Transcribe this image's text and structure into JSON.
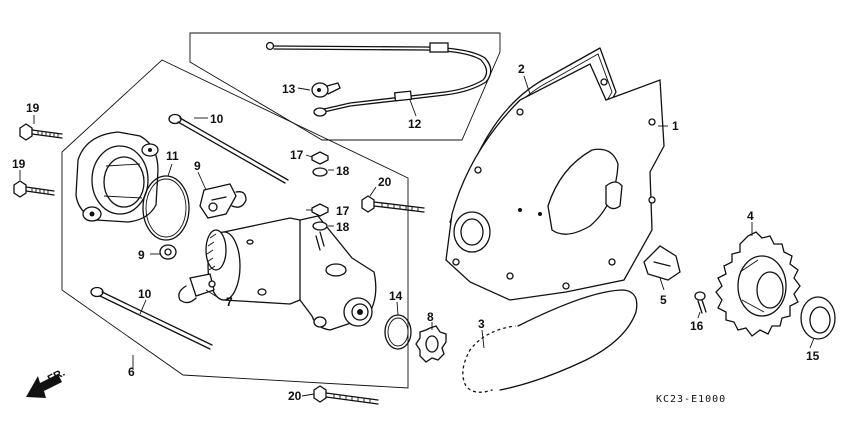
{
  "diagram": {
    "code": "KC23-E1000",
    "direction_label": "FR.",
    "callouts": {
      "c1": "1",
      "c2": "2",
      "c3": "3",
      "c4": "4",
      "c5": "5",
      "c6": "6",
      "c7": "7",
      "c8": "8",
      "c9a": "9",
      "c9b": "9",
      "c10a": "10",
      "c10b": "10",
      "c11": "11",
      "c12": "12",
      "c13": "13",
      "c14": "14",
      "c15": "15",
      "c16": "16",
      "c17a": "17",
      "c17b": "17",
      "c18a": "18",
      "c18b": "18",
      "c19a": "19",
      "c19b": "19",
      "c20a": "20",
      "c20b": "20"
    }
  }
}
